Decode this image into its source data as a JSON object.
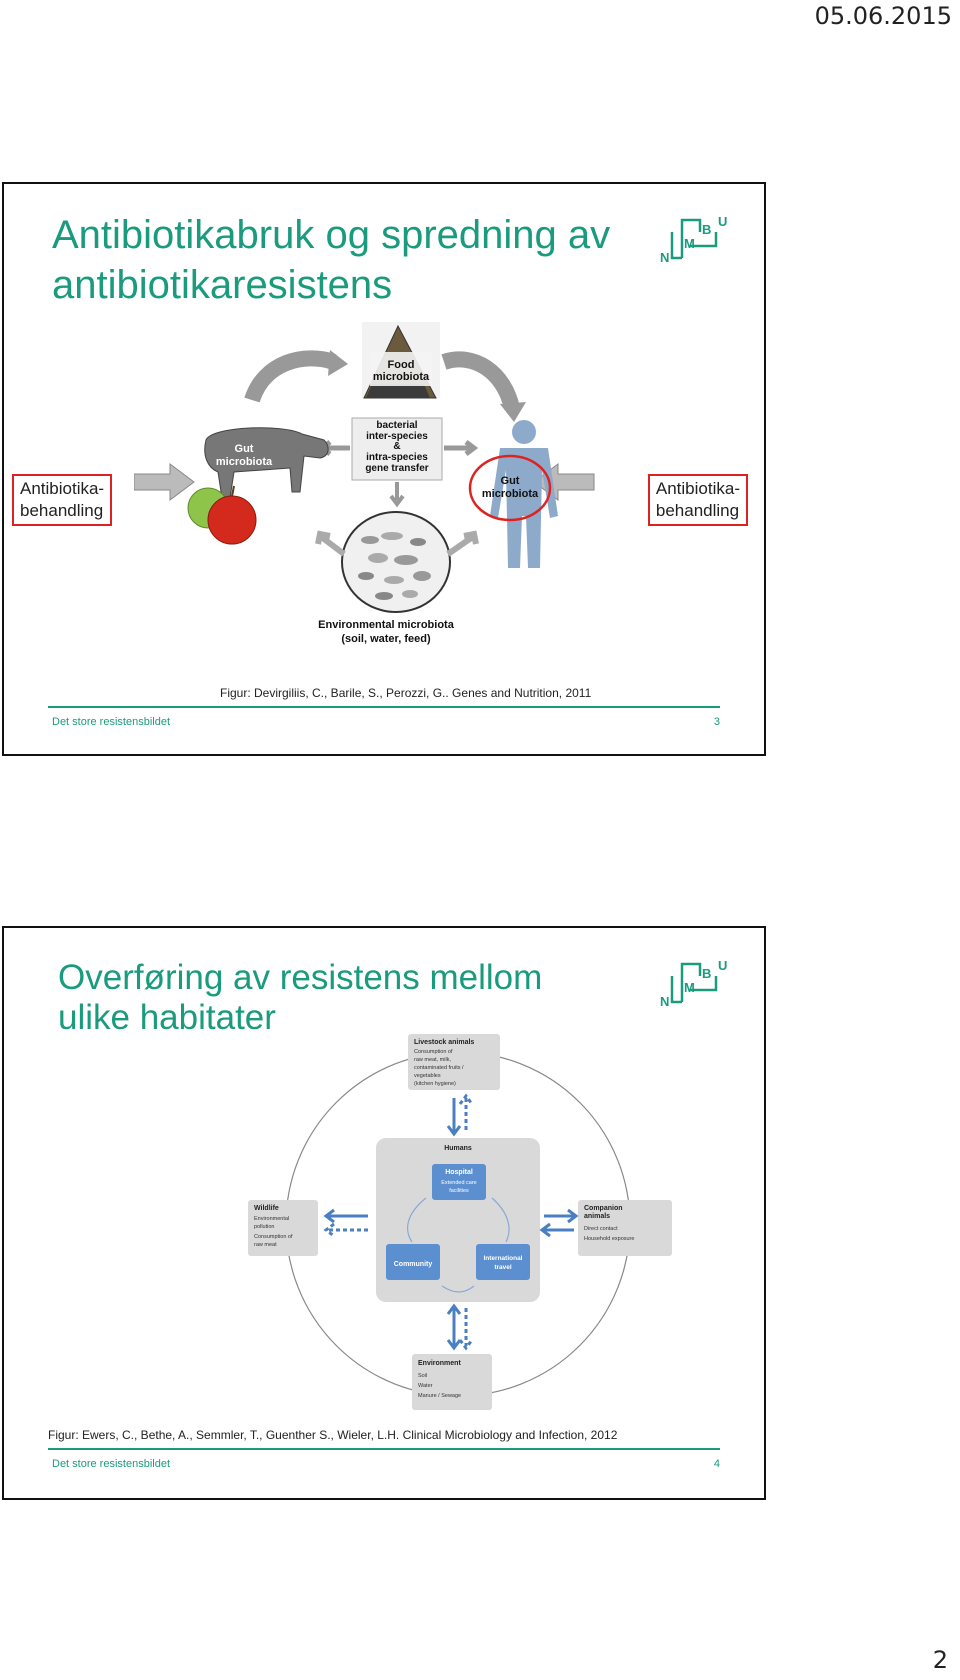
{
  "page": {
    "date": "05.06.2015",
    "number": "2"
  },
  "slides": [
    {
      "title": "Antibiotikabruk og spredning av antibiotikaresistens",
      "logo": {
        "letters": [
          "U",
          "B",
          "N",
          "M"
        ]
      },
      "left_box": "Antibiotika-\nbehandling",
      "right_box": "Antibiotika-\nbehandling",
      "figure": {
        "food": "Food\nmicrobiota",
        "transfer": "bacterial\ninter-species\n&\nintra-species\ngene transfer",
        "cow": "Gut\nmicrobiota",
        "human": "Gut\nmicrobiota",
        "env1": "Environmental microbiota",
        "env2": "(soil, water, feed)"
      },
      "credit": "Figur: Devirgiliis, C., Barile, S., Perozzi, G.. Genes and Nutrition, 2011",
      "footer": "Det store resistensbildet",
      "number": "3"
    },
    {
      "title": "Overføring av resistens mellom ulike habitater",
      "logo": {
        "letters": [
          "U",
          "B",
          "N",
          "M"
        ]
      },
      "figure": {
        "livestock_title": "Livestock animals",
        "livestock_lines": [
          "Consumption of",
          "raw meat, milk,",
          "contaminated fruits /",
          "vegetables",
          "(kitchen hygiene)"
        ],
        "humans": "Humans",
        "hospital_title": "Hospital",
        "hospital_sub": "Extended care\nfacilities",
        "community": "Community",
        "travel": "International\ntravel",
        "wildlife_title": "Wildlife",
        "wildlife_lines": [
          "Environmental",
          "pollution",
          "Consumption of",
          "raw meat"
        ],
        "companion_title": "Companion\nanimals",
        "companion_lines": [
          "Direct contact",
          "Household exposure"
        ],
        "environment_title": "Environment",
        "environment_lines": [
          "Soil",
          "Water",
          "Manure / Sewage"
        ]
      },
      "credit": "Figur: Ewers, C., Bethe, A., Semmler, T., Guenther S., Wieler, L.H. Clinical Microbiology and Infection, 2012",
      "footer": "Det store resistensbildet",
      "number": "4"
    }
  ]
}
